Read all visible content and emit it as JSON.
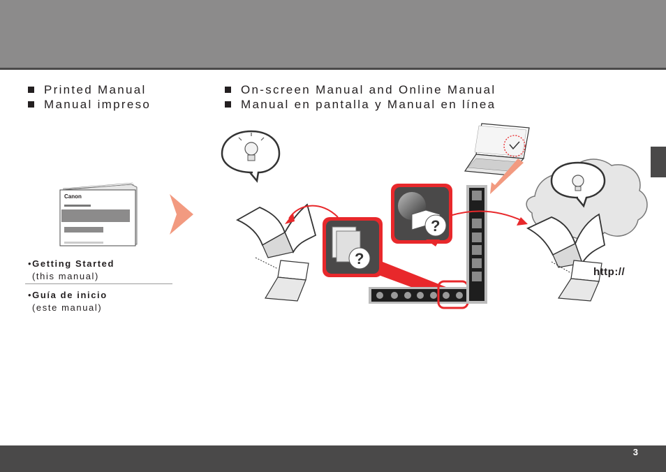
{
  "page": {
    "number": "3"
  },
  "printed": {
    "heading_en": "Printed Manual",
    "heading_es": "Manual impreso",
    "booklet_brand": "Canon",
    "caption_en_title": "Getting Started",
    "caption_en_sub": "(this manual)",
    "caption_es_title": "Guía de inicio",
    "caption_es_sub": "(este manual)",
    "bullet": "•"
  },
  "onscreen": {
    "heading_en": "On-screen Manual and Online Manual",
    "heading_es": "Manual en pantalla y Manual en línea",
    "url_label": "http://"
  },
  "colors": {
    "header": "#8c8b8b",
    "dark": "#4a4949",
    "accent_red": "#e8282b",
    "arrow_salmon": "#f29a80"
  },
  "icons": [
    "lightbulb-icon",
    "book-icon",
    "laptop-icon",
    "help-icon",
    "globe-icon",
    "cloud-icon",
    "arrow-icon"
  ]
}
